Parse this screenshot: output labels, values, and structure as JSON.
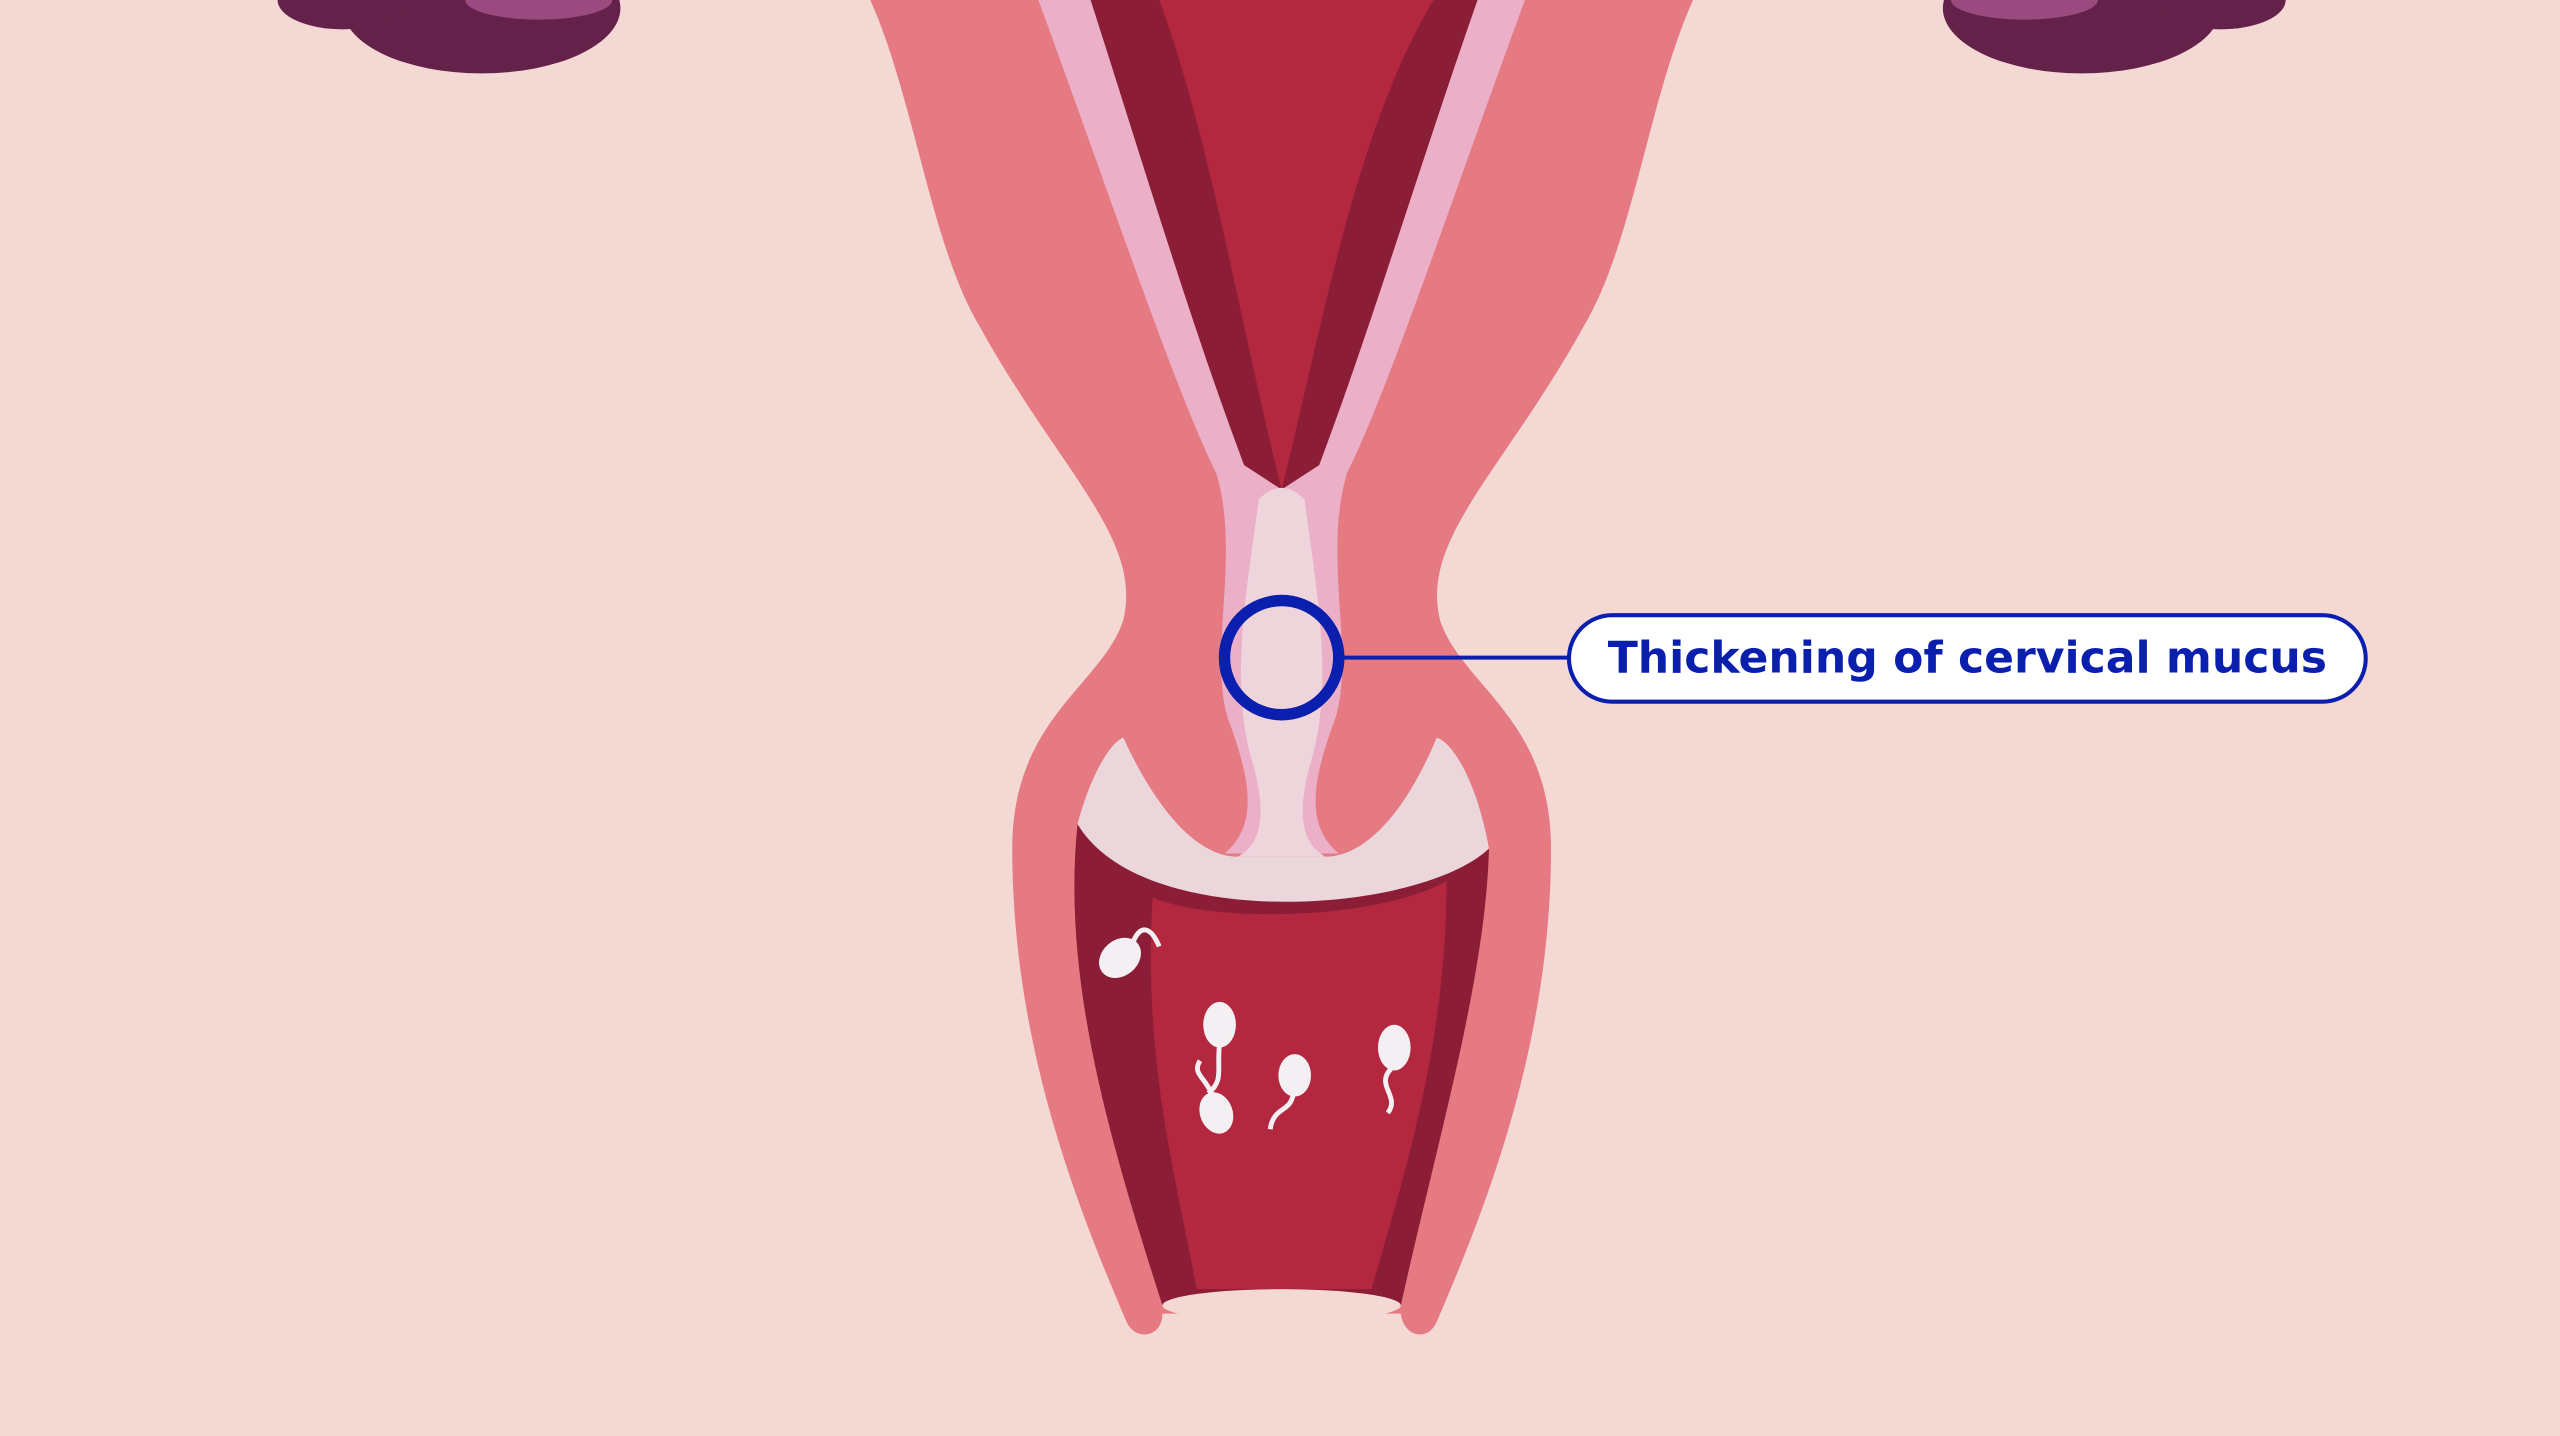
{
  "callout": {
    "label": "Thickening of cervical mucus"
  },
  "colors": {
    "background": "#F3D8D4",
    "tissue_outer": "#E67A82",
    "tissue_dark": "#8B1E36",
    "tissue_mid": "#B3283F",
    "lining": "#EBB0C8",
    "mucus": "#EED5DB",
    "ovary_dark": "#64224A",
    "ovary_light": "#9A4A7E",
    "sperm": "#F3EFF3",
    "accent_blue": "#0A1FAE"
  },
  "icons": [
    "uterus-illustration",
    "ovary-left",
    "ovary-right",
    "sperm",
    "highlight-circle"
  ]
}
